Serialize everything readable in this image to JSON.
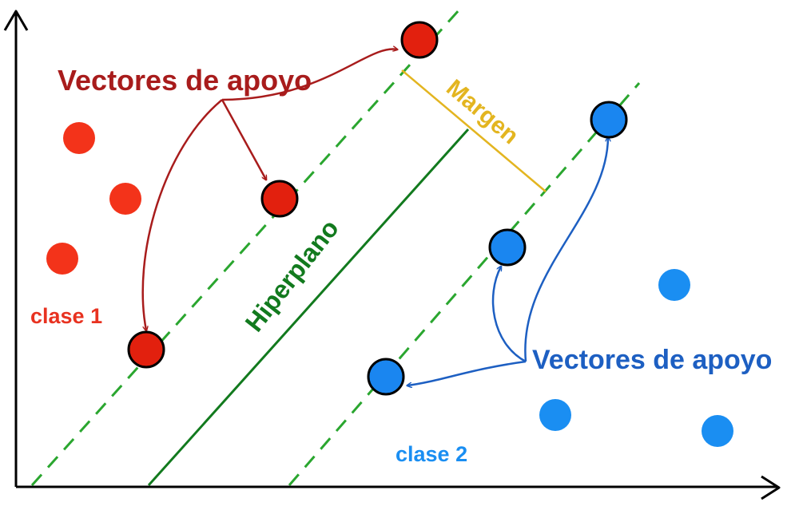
{
  "labels": {
    "support_vectors_class1": "Vectores de apoyo",
    "support_vectors_class2": "Vectores de apoyo",
    "margin": "Margen",
    "hyperplane": "Hiperplano",
    "class1": "clase 1",
    "class2": "clase 2"
  },
  "colors": {
    "class1_point": "#f3331a",
    "class1_support": "#e2200e",
    "class1_label": "#e83220",
    "class1_arrows": "#a81c1c",
    "class2_point": "#1a8ef2",
    "class2_support": "#1a86f0",
    "class2_label": "#1a8ef2",
    "class2_arrows": "#1d5fc2",
    "hyperplane": "#127a1e",
    "margin_line": "#2aa62f",
    "margin_bracket": "#e3b520",
    "axes": "#000000"
  },
  "icons": {
    "x_axis_arrowhead": "arrow-right-icon",
    "y_axis_arrowhead": "arrow-up-icon"
  }
}
